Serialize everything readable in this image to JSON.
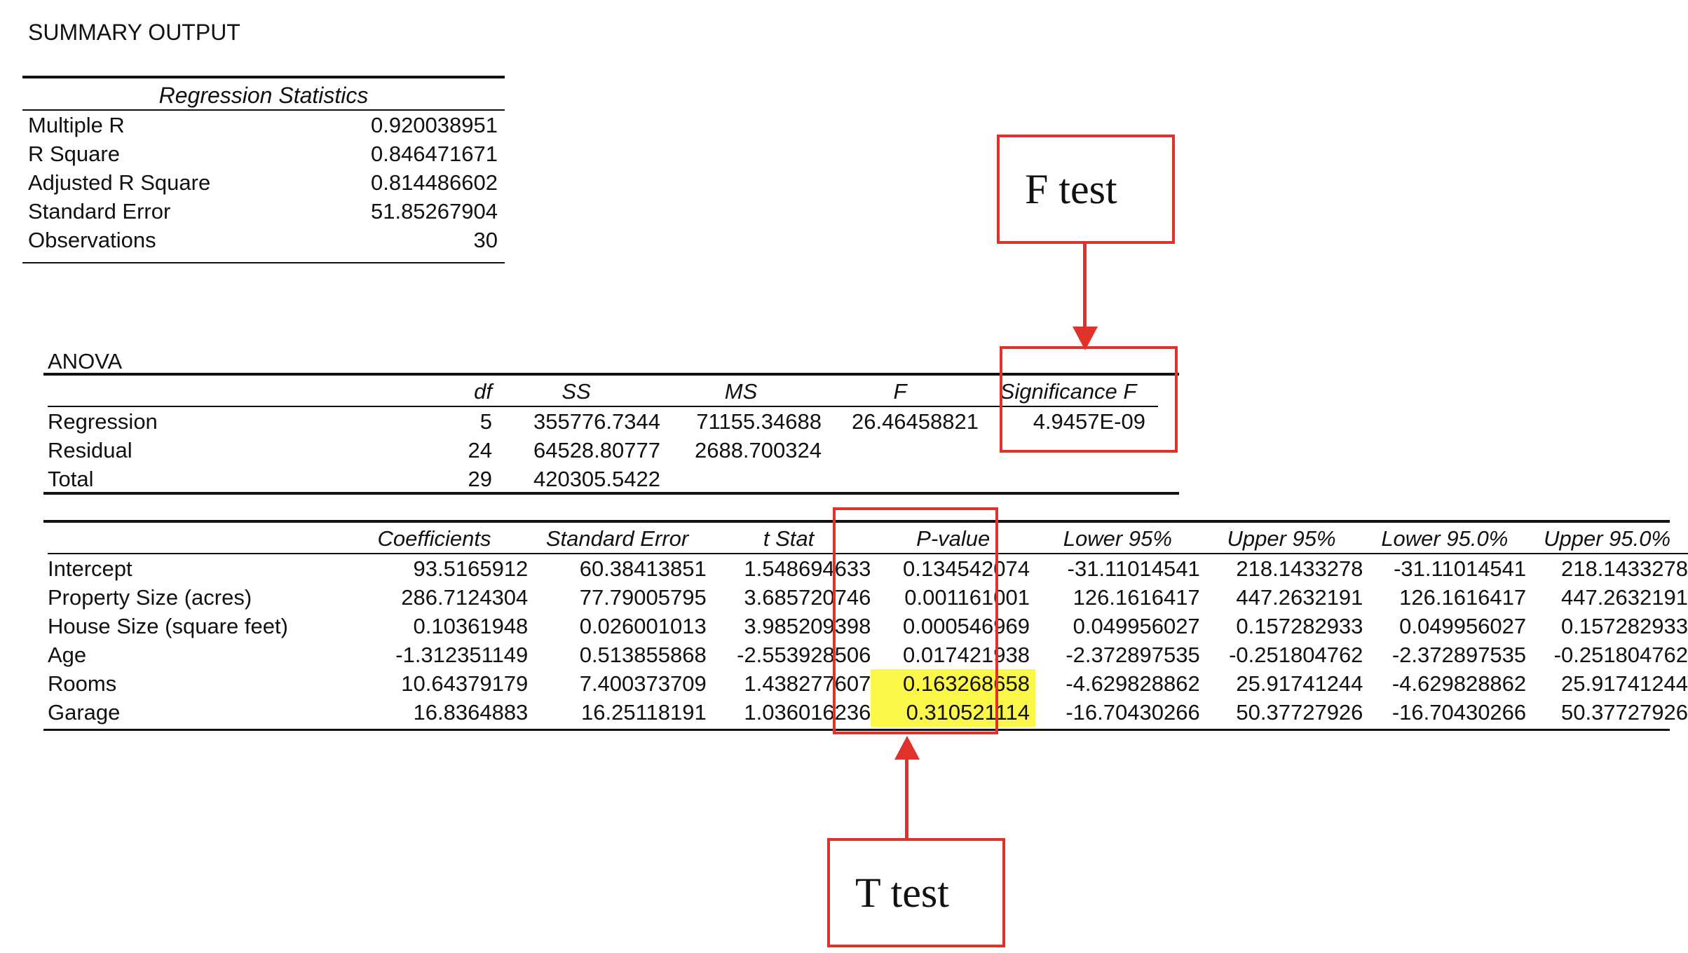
{
  "title": "SUMMARY OUTPUT",
  "regression_statistics": {
    "header": "Regression Statistics",
    "rows": [
      {
        "label": "Multiple R",
        "value": "0.920038951"
      },
      {
        "label": "R Square",
        "value": "0.846471671"
      },
      {
        "label": "Adjusted R Square",
        "value": "0.814486602"
      },
      {
        "label": "Standard Error",
        "value": "51.85267904"
      },
      {
        "label": "Observations",
        "value": "30"
      }
    ]
  },
  "anova": {
    "title": "ANOVA",
    "headers": [
      "",
      "df",
      "SS",
      "MS",
      "F",
      "Significance F"
    ],
    "rows": [
      [
        "Regression",
        "5",
        "355776.7344",
        "71155.34688",
        "26.46458821",
        "4.9457E-09"
      ],
      [
        "Residual",
        "24",
        "64528.80777",
        "2688.700324",
        "",
        ""
      ],
      [
        "Total",
        "29",
        "420305.5422",
        "",
        "",
        ""
      ]
    ]
  },
  "coefficients": {
    "headers": [
      "",
      "Coefficients",
      "Standard Error",
      "t Stat",
      "P-value",
      "Lower 95%",
      "Upper 95%",
      "Lower 95.0%",
      "Upper 95.0%"
    ],
    "rows": [
      [
        "Intercept",
        "93.5165912",
        "60.38413851",
        "1.548694633",
        "0.134542074",
        "-31.11014541",
        "218.1433278",
        "-31.11014541",
        "218.1433278"
      ],
      [
        "Property Size (acres)",
        "286.7124304",
        "77.79005795",
        "3.685720746",
        "0.001161001",
        "126.1616417",
        "447.2632191",
        "126.1616417",
        "447.2632191"
      ],
      [
        "House Size (square feet)",
        "0.10361948",
        "0.026001013",
        "3.985209398",
        "0.000546969",
        "0.049956027",
        "0.157282933",
        "0.049956027",
        "0.157282933"
      ],
      [
        "Age",
        "-1.312351149",
        "0.513855868",
        "-2.553928506",
        "0.017421938",
        "-2.372897535",
        "-0.251804762",
        "-2.372897535",
        "-0.251804762"
      ],
      [
        "Rooms",
        "10.64379179",
        "7.400373709",
        "1.438277607",
        "0.163268658",
        "-4.629828862",
        "25.91741244",
        "-4.629828862",
        "25.91741244"
      ],
      [
        "Garage",
        "16.8364883",
        "16.25118191",
        "1.036016236",
        "0.310521114",
        "-16.70430266",
        "50.37727926",
        "-16.70430266",
        "50.37727926"
      ]
    ],
    "highlight_color": "#fbf84a"
  },
  "annotations": {
    "f_test_label": "F test",
    "t_test_label": "T test",
    "color": "#e0322b"
  }
}
